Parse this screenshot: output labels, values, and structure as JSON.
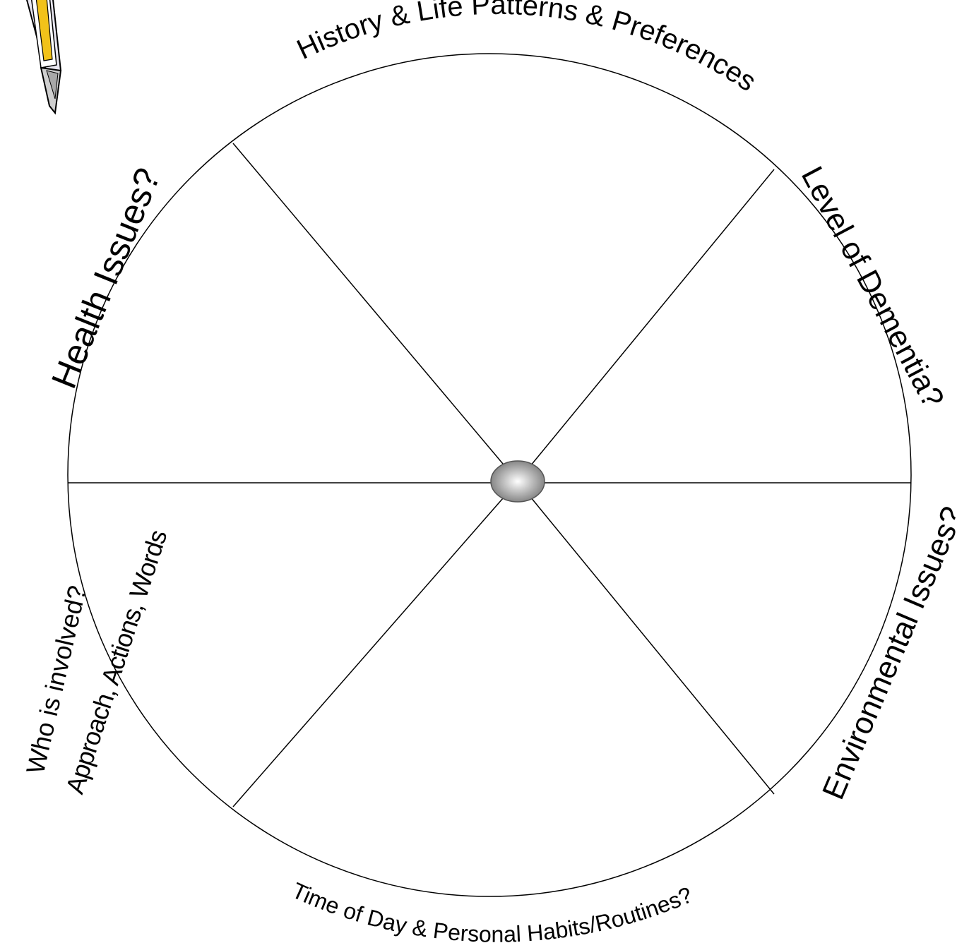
{
  "diagram": {
    "type": "wheel",
    "segments": 6,
    "labels": {
      "top": "History & Life Patterns & Preferences",
      "upper_right": "Level of Dementia?",
      "lower_right": "Environmental Issues?",
      "bottom": "Time of Day & Personal Habits/Routines?",
      "lower_left_line1": "Who is involved?",
      "lower_left_line2": "Approach, Actions, Words",
      "upper_left": "Health Issues?"
    }
  },
  "decorations": {
    "corner_icon": "pencil-icon",
    "hub": "hub-ellipse"
  },
  "colors": {
    "lines": "#000000",
    "background": "#ffffff",
    "pencil_body": "#e8e6f0",
    "pencil_accent": "#f2c21a"
  }
}
